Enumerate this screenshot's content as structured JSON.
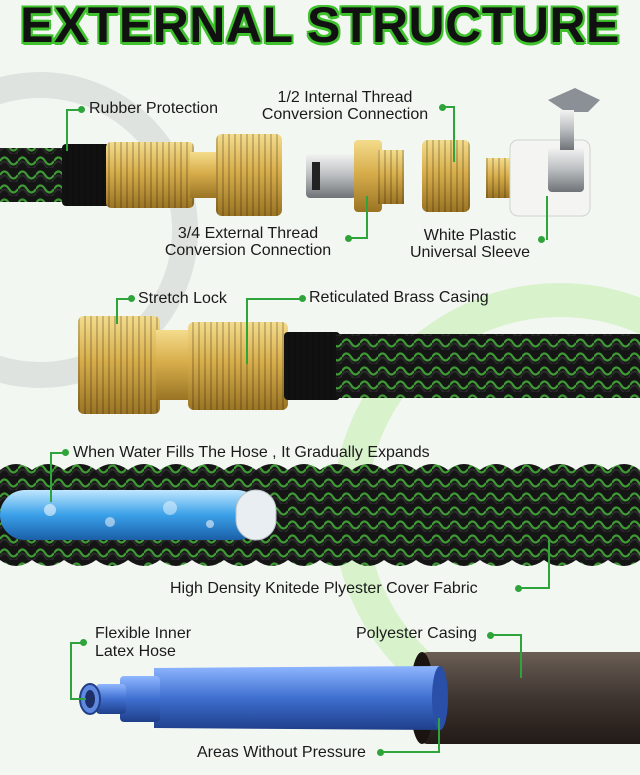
{
  "title": "EXTERNAL STRUCTURE",
  "labels": {
    "rubber_protection": "Rubber Protection",
    "internal_thread_line1": "1/2 Internal Thread",
    "internal_thread_line2": "Conversion Connection",
    "external_thread_line1": "3/4 External Thread",
    "external_thread_line2": "Conversion Connection",
    "white_plastic_line1": "White Plastic",
    "white_plastic_line2": "Universal Sleeve",
    "stretch_lock": "Stretch Lock",
    "reticulated_brass": "Reticulated Brass Casing",
    "water_fills": "When Water Fills The Hose , It Gradually Expands",
    "cover_fabric": "High Density Knitede Plyester Cover Fabric",
    "inner_hose_line1": "Flexible Inner",
    "inner_hose_line2": "Latex Hose",
    "polyester_casing": "Polyester Casing",
    "areas_without_pressure": "Areas Without Pressure"
  },
  "colors": {
    "accent_green": "#3ec12c",
    "brass": "#d9b45a",
    "hose_black": "#1b1b1b",
    "inner_blue": "#3f6fd0",
    "casing_brown": "#4a403a"
  }
}
